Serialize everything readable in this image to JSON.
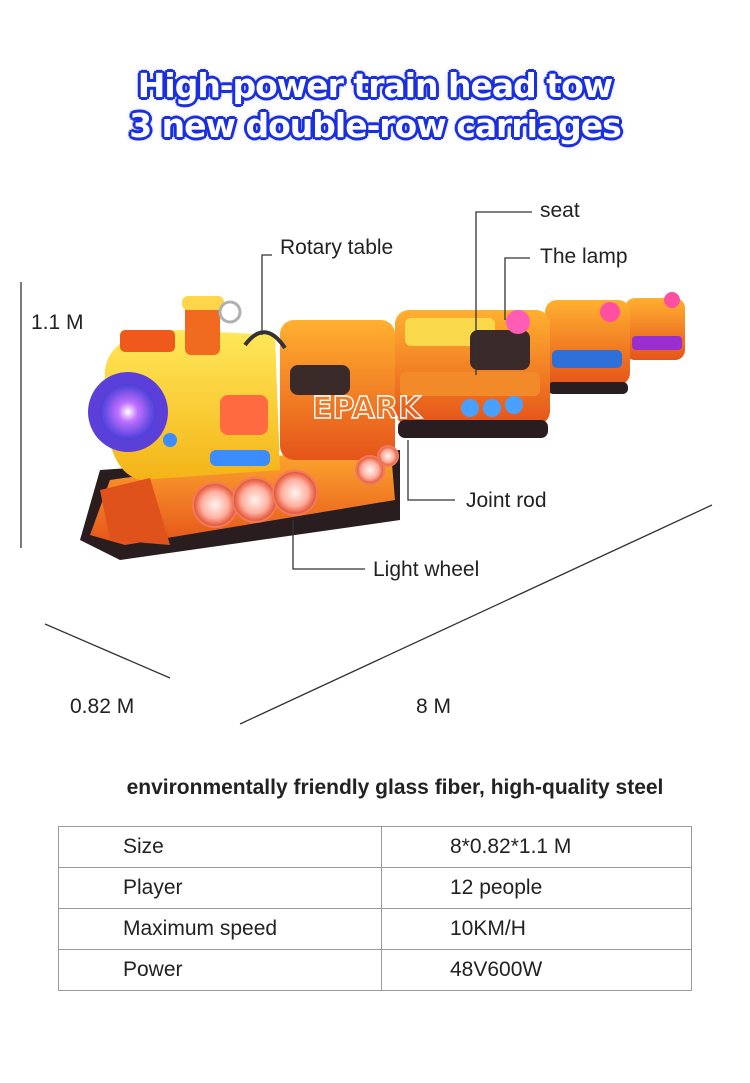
{
  "title": {
    "line1": "High-power train head tow",
    "line2": "3 new double-row carriages"
  },
  "labels": {
    "seat": "seat",
    "lamp": "The lamp",
    "rotary": "Rotary table",
    "joint": "Joint rod",
    "wheel": "Light wheel",
    "brand": "EPARK"
  },
  "dimensions": {
    "height": "1.1 M",
    "width": "0.82 M",
    "length": "8 M"
  },
  "caption": "environmentally friendly glass fiber, high-quality steel",
  "specs": [
    {
      "key": "Size",
      "value": "8*0.82*1.1 M"
    },
    {
      "key": "Player",
      "value": "12 people"
    },
    {
      "key": "Maximum speed",
      "value": "10KM/H"
    },
    {
      "key": "Power",
      "value": "48V600W"
    }
  ]
}
